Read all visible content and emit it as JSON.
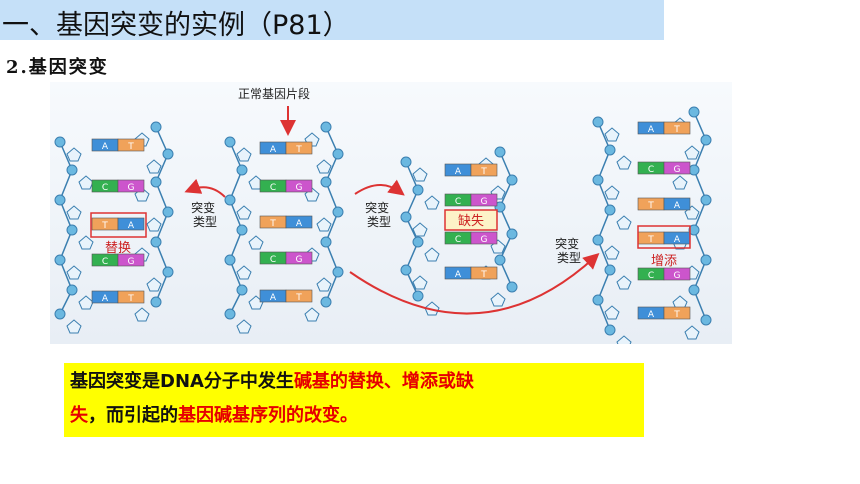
{
  "slide": {
    "title": "一、基因突变的实例（P81）",
    "subtitle": "2.基因突变"
  },
  "figure": {
    "top_label": "正常基因片段",
    "mutation_type_label": "突变\n类型",
    "substitution_label": "替换",
    "deletion_label": "缺失",
    "insertion_label": "增添",
    "colors": {
      "A": "#3f8fd8",
      "T": "#f0a25a",
      "C": "#33b050",
      "G": "#cc55cc",
      "backbone": "#6bb8e0"
    }
  },
  "summary": {
    "part1": "基因突变是DNA分子中发生",
    "part2": "碱基的替换、增添或缺",
    "part3": "失，而引起的",
    "part4": "基因碱基序列的改变。"
  }
}
